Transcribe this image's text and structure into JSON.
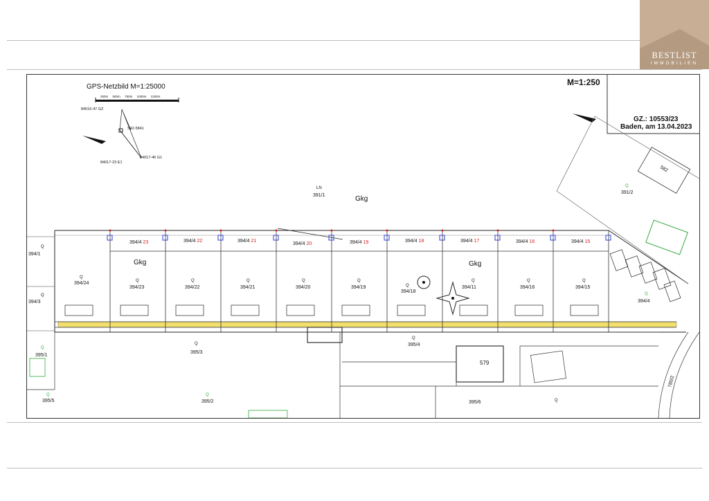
{
  "logo": {
    "brand": "BESTLIST",
    "sub": "IMMOBILIEN"
  },
  "header": {
    "gps_title": "GPS-Netzbild  M=1:25000",
    "scale_bar_labels": [
      "250m",
      "500m",
      "750m",
      "1000m",
      "1250m"
    ],
    "gps_points": [
      "84016-47 GZ",
      "S42-5841",
      "84017-23 E1",
      "84017-46 G1"
    ],
    "scale": "M=1:250",
    "gz": "GZ.: 10553/23",
    "date": "Baden, am 13.04.2023"
  },
  "labels": {
    "parcel_391_1": "391/1",
    "ln": "LN",
    "gkg": "Gkg",
    "parcel_391_2": "391/2",
    "parcel_582": "582",
    "parcel_394_1": "394/1",
    "parcel_394_3": "394/3",
    "parcel_394_4": "394/4",
    "parcel_395_1": "395/1",
    "parcel_395_3": "395/3",
    "parcel_395_4": "395/4",
    "parcel_395_5": "395/5",
    "parcel_395_2": "395/2",
    "parcel_395_6": "395/6",
    "parcel_579": "579",
    "parcel_780_2": "780/2",
    "q": "Q"
  },
  "lots": [
    {
      "top": "394/4_23",
      "mid": "394/23"
    },
    {
      "top": "394/4_22",
      "mid": "394/22"
    },
    {
      "top": "394/4_21",
      "mid": "394/21"
    },
    {
      "top": "394/4_20",
      "mid": "394/20"
    },
    {
      "top": "394/4_19",
      "mid": "394/19"
    },
    {
      "top": "394/4_18",
      "mid": "394/18"
    },
    {
      "top": "394/4_17",
      "mid": "394/11"
    },
    {
      "top": "394/4_16",
      "mid": "394/16"
    },
    {
      "top": "394/4_15",
      "mid": "394/15"
    }
  ],
  "lot_24": "394/24",
  "colors": {
    "logo_bg": "#c8ae94",
    "road": "#f3df6c",
    "lot_number_red": "#d11d1d",
    "point_blue": "#2a3fd6",
    "tree_green": "#2faa3a"
  }
}
